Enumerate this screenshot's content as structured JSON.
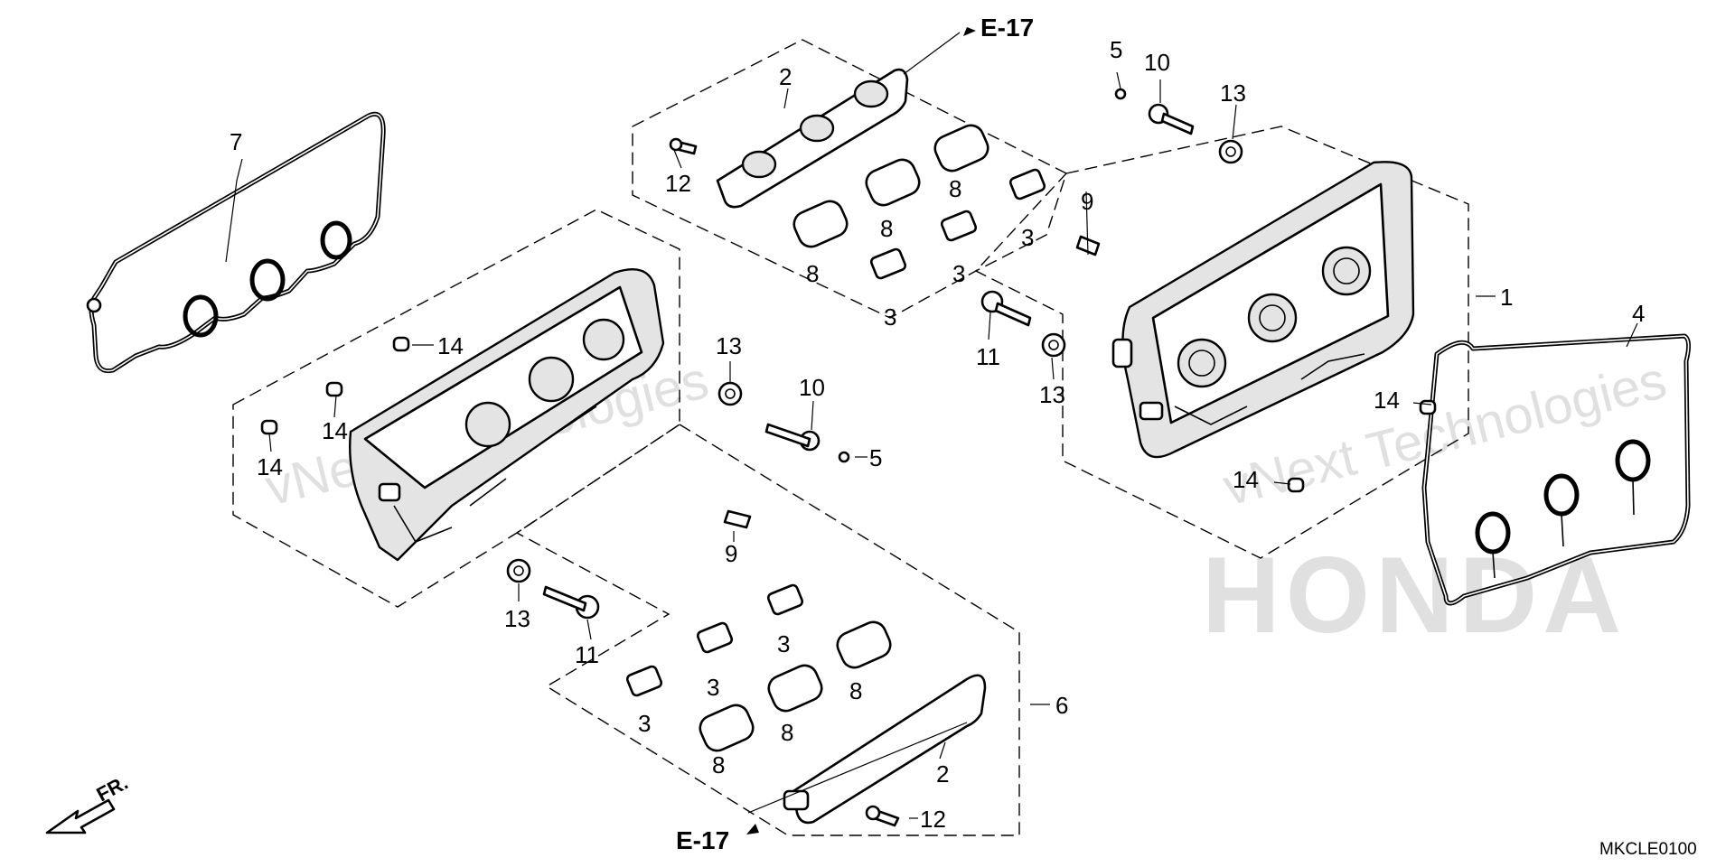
{
  "diagram_code": "MKCLE0100",
  "front_marker": "FR.",
  "references": {
    "e17_top": "E-17",
    "e17_bottom": "E-17"
  },
  "callouts": {
    "c1": "1",
    "c2_top": "2",
    "c2_bottom": "2",
    "c3_a": "3",
    "c3_b": "3",
    "c3_c": "3",
    "c3_d": "3",
    "c3_e": "3",
    "c3_f": "3",
    "c4": "4",
    "c5_top": "5",
    "c5_mid": "5",
    "c6": "6",
    "c7": "7",
    "c8_a": "8",
    "c8_b": "8",
    "c8_c": "8",
    "c8_d": "8",
    "c8_e": "8",
    "c8_f": "8",
    "c9_top": "9",
    "c9_mid": "9",
    "c10_top": "10",
    "c10_mid": "10",
    "c11_right": "11",
    "c11_left": "11",
    "c12_top": "12",
    "c12_bottom": "12",
    "c13_top": "13",
    "c13_right": "13",
    "c13_mid": "13",
    "c13_left": "13",
    "c14_a": "14",
    "c14_b": "14",
    "c14_c": "14",
    "c14_d": "14",
    "c14_e": "14"
  },
  "watermarks": {
    "left": "vNext Technologies",
    "right": "vNext Technologies",
    "honda": "HONDA"
  }
}
